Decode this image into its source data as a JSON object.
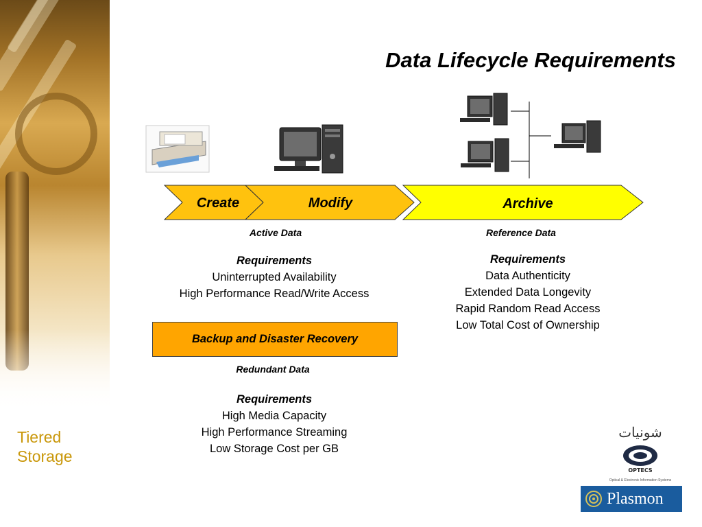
{
  "title": "Data Lifecycle Requirements",
  "sidebar": {
    "line1": "Tiered",
    "line2": "Storage"
  },
  "stages": [
    {
      "label": "Create",
      "color": "#ffc20e"
    },
    {
      "label": "Modify",
      "color": "#ffc20e"
    },
    {
      "label": "Archive",
      "color": "#ffff00"
    }
  ],
  "active": {
    "label": "Active Data",
    "heading": "Requirements",
    "items": [
      "Uninterrupted Availability",
      "High Performance Read/Write Access"
    ]
  },
  "reference": {
    "label": "Reference Data",
    "heading": "Requirements",
    "items": [
      "Data Authenticity",
      "Extended Data Longevity",
      "Rapid Random Read Access",
      "Low Total Cost of Ownership"
    ]
  },
  "backup": {
    "label": "Backup and Disaster Recovery",
    "color": "#ffa500"
  },
  "redundant": {
    "label": "Redundant Data",
    "heading": "Requirements",
    "items": [
      "High Media Capacity",
      "High Performance Streaming",
      "Low Storage Cost per GB"
    ]
  },
  "logos": {
    "optecs_text": "OPTECS",
    "optecs_arabic": "شونيات",
    "optecs_subtitle": "Optical & Electronic Information Systems",
    "plasmon_text": "Plasmon",
    "plasmon_color": "#1a5c9e"
  },
  "icons": [
    "scanner-icon",
    "desktop-computer-icon",
    "network-server-icon"
  ]
}
